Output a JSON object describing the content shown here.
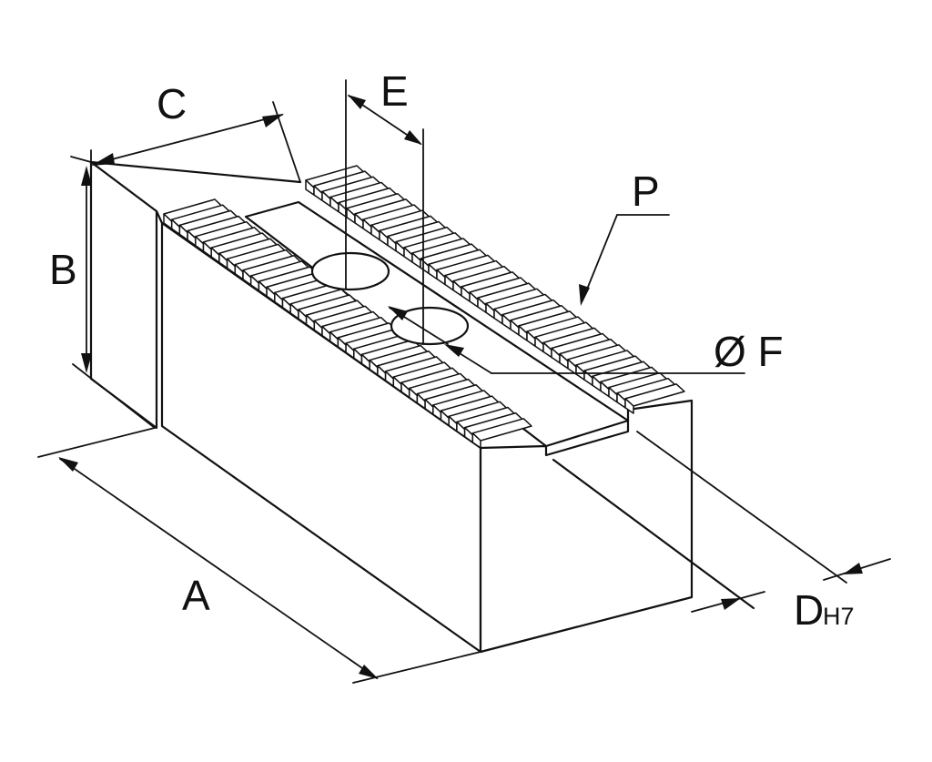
{
  "labels": {
    "a": "A",
    "b": "B",
    "c": "C",
    "d": "D",
    "d_sub": "H7",
    "e": "E",
    "f": "Ø F",
    "p": "P"
  },
  "colors": {
    "line": "#111111",
    "background": "#ffffff"
  }
}
